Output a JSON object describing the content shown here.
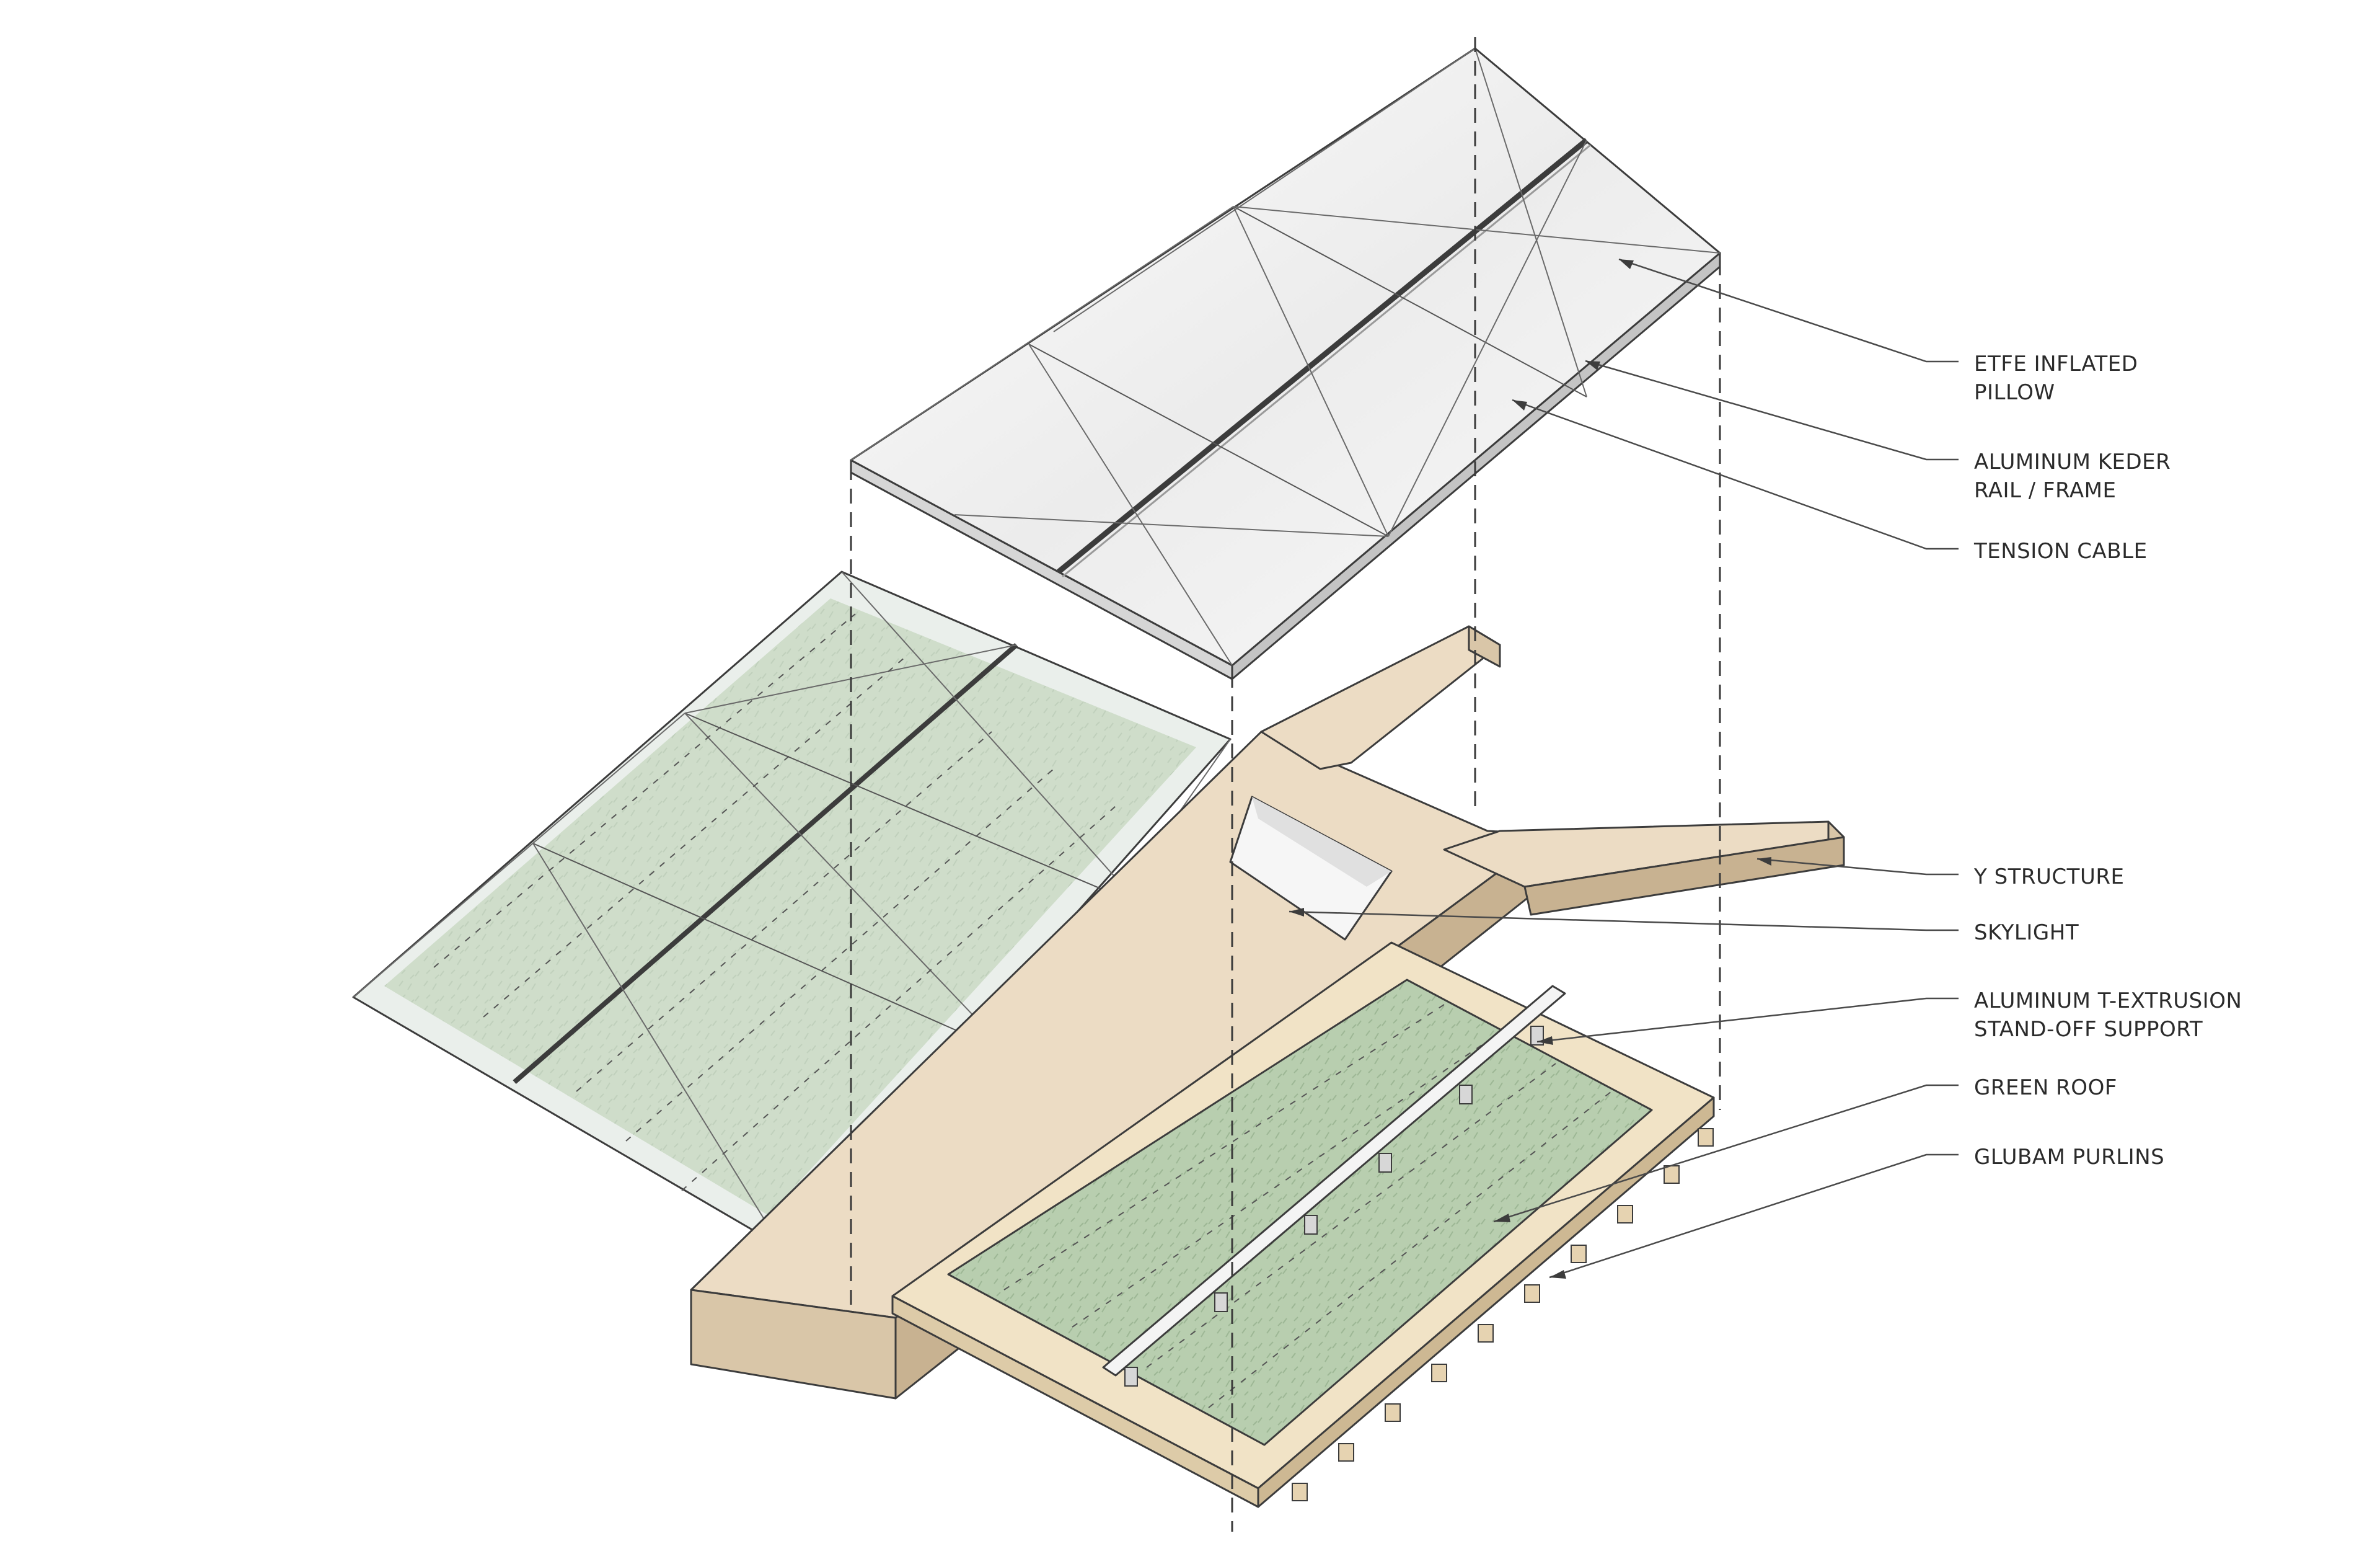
{
  "labels": [
    {
      "id": "etfe-pillow",
      "lines": [
        "ETFE INFLATED",
        "PILLOW"
      ]
    },
    {
      "id": "keder-rail",
      "lines": [
        "ALUMINUM KEDER",
        "RAIL / FRAME"
      ]
    },
    {
      "id": "tension-cable",
      "lines": [
        "TENSION CABLE"
      ]
    },
    {
      "id": "y-structure",
      "lines": [
        "Y STRUCTURE"
      ]
    },
    {
      "id": "skylight",
      "lines": [
        "SKYLIGHT"
      ]
    },
    {
      "id": "t-extrusion",
      "lines": [
        "ALUMINUM T-EXTRUSION",
        "STAND-OFF SUPPORT"
      ]
    },
    {
      "id": "green-roof",
      "lines": [
        "GREEN ROOF"
      ]
    },
    {
      "id": "glubam-purlins",
      "lines": [
        "GLUBAM PURLINS"
      ]
    }
  ],
  "colors": {
    "structure_top": "#ecdcc4",
    "structure_side": "#d9c6a8",
    "structure_dark": "#c8b291",
    "green_roof": "#b9cfb0",
    "green_roof_dark": "#9fb896",
    "deck": "#f1e3c6",
    "pillow": "#f5f5f5",
    "pillow_shade": "#e2e2e2",
    "glass": "#dde6e0",
    "line": "#3c3c3c"
  }
}
